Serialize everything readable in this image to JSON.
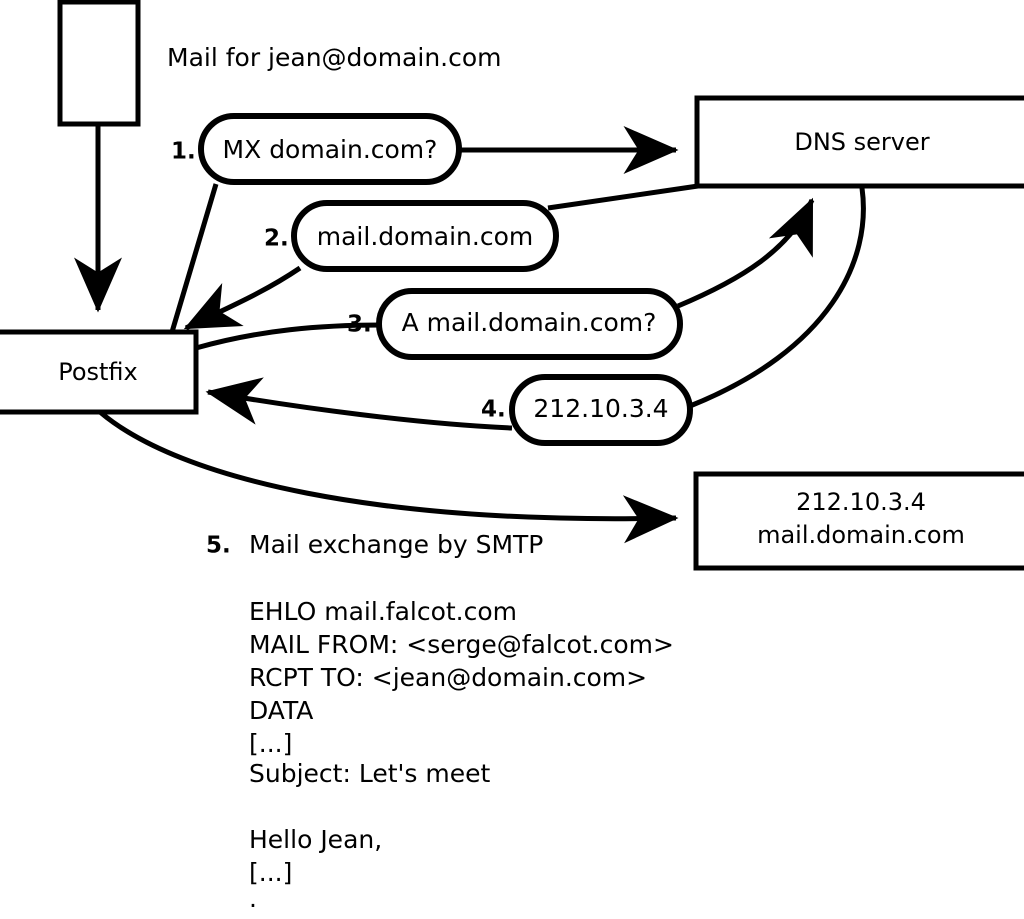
{
  "diagram": {
    "title_text": "Mail for jean@domain.com",
    "nodes": {
      "source_box": {
        "label": ""
      },
      "postfix": {
        "label": "Postfix"
      },
      "dns_server": {
        "label": "DNS server"
      },
      "mail_server": {
        "line1": "212.10.3.4",
        "line2": "mail.domain.com"
      }
    },
    "steps": [
      {
        "num": "1.",
        "text": "MX domain.com?"
      },
      {
        "num": "2.",
        "text": "mail.domain.com"
      },
      {
        "num": "3.",
        "text": "A mail.domain.com?"
      },
      {
        "num": "4.",
        "text": "212.10.3.4"
      }
    ],
    "step5": {
      "num": "5.",
      "text": "Mail exchange by SMTP"
    },
    "transcript": [
      "EHLO mail.falcot.com",
      "MAIL FROM: <serge@falcot.com>",
      "RCPT TO: <jean@domain.com>",
      "DATA",
      "[...]",
      "Subject: Let's meet",
      "",
      "Hello Jean,",
      "[...]",
      "",
      "."
    ],
    "colors": {
      "stroke": "#000000",
      "fill": "#ffffff"
    }
  }
}
